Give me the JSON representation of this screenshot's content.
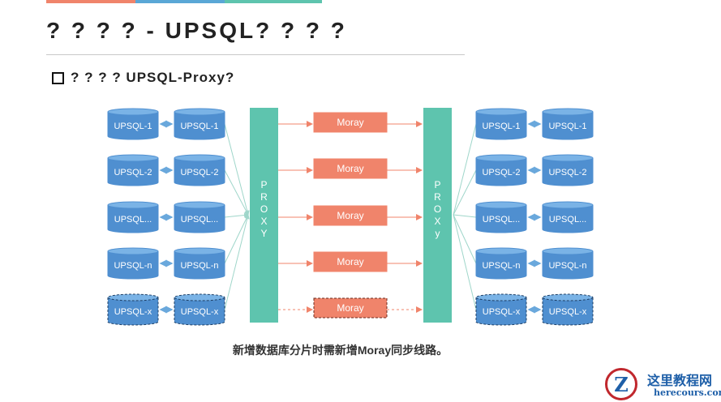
{
  "slide": {
    "title": "? ? ? ?  - UPSQL? ? ? ?",
    "subtitle": "? ? ? ? UPSQL-Proxy?",
    "caption": "新增数据库分片时需新增Moray同步线路。",
    "accent_bar_colors": [
      "#f0846b",
      "#5aa7d6",
      "#5ec4ae"
    ]
  },
  "diagram": {
    "rows": [
      {
        "left_db_a": "UPSQL-1",
        "left_db_b": "UPSQL-1",
        "moray": "Moray",
        "right_db_a": "UPSQL-1",
        "right_db_b": "UPSQL-1",
        "dashed": false
      },
      {
        "left_db_a": "UPSQL-2",
        "left_db_b": "UPSQL-2",
        "moray": "Moray",
        "right_db_a": "UPSQL-2",
        "right_db_b": "UPSQL-2",
        "dashed": false
      },
      {
        "left_db_a": "UPSQL...",
        "left_db_b": "UPSQL...",
        "moray": "Moray",
        "right_db_a": "UPSQL...",
        "right_db_b": "UPSQL...",
        "dashed": false
      },
      {
        "left_db_a": "UPSQL-n",
        "left_db_b": "UPSQL-n",
        "moray": "Moray",
        "right_db_a": "UPSQL-n",
        "right_db_b": "UPSQL-n",
        "dashed": false
      },
      {
        "left_db_a": "UPSQL-x",
        "left_db_b": "UPSQL-x",
        "moray": "Moray",
        "right_db_a": "UPSQL-x",
        "right_db_b": "UPSQL-x",
        "dashed": true
      }
    ],
    "left_proxy_letters": [
      "P",
      "R",
      "O",
      "X",
      "Y"
    ],
    "right_proxy_letters": [
      "P",
      "R",
      "O",
      "X",
      "y"
    ],
    "colors": {
      "db": "#4f8fd0",
      "db_top": "#7ab3e6",
      "proxy": "#5ec4ae",
      "moray": "#f0846b",
      "link": "#9fd6ca",
      "arrow": "#f0846b",
      "sync": "#6aa8dc"
    }
  },
  "watermark": {
    "logo_letter": "Z",
    "name": "这里教程网",
    "url": "herecours.com"
  }
}
